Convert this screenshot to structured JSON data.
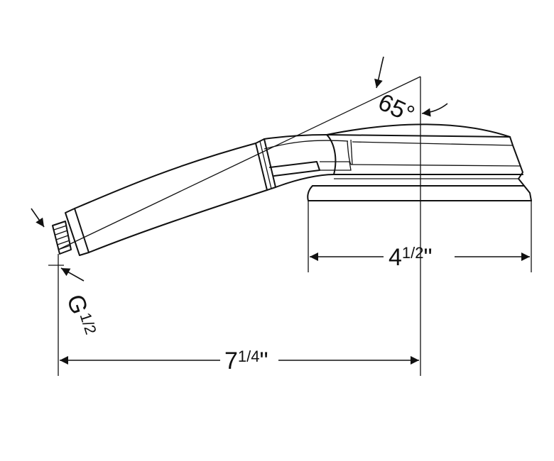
{
  "drawing": {
    "angle": {
      "value": "65",
      "unit": "°"
    },
    "head_width": {
      "whole": "4",
      "fraction": "1/2",
      "unit": "\""
    },
    "overall_length": {
      "whole": "7",
      "fraction": "1/4",
      "unit": "\""
    },
    "thread": {
      "letter": "G",
      "size": "1/2"
    }
  }
}
